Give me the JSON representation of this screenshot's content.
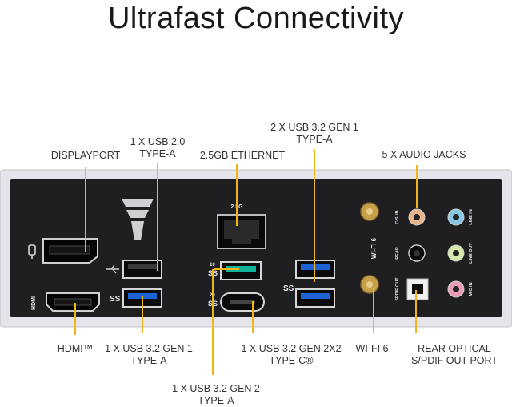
{
  "title": "Ultrafast Connectivity",
  "colors": {
    "accent_line": "#f2b41b",
    "plate": "#1f1f22",
    "frame": "#c9c9cf",
    "usb3_blue": "#1e63d6",
    "usb_teal": "#12b39a"
  },
  "labels": {
    "displayport": "DISPLAYPORT",
    "usb20": [
      "1 X USB 2.0",
      "TYPE-A"
    ],
    "ethernet": "2.5GB ETHERNET",
    "usb32_gen1_x2": [
      "2 X USB 3.2 GEN 1",
      "TYPE-A"
    ],
    "audio": "5 X AUDIO JACKS",
    "hdmi": "HDMI™",
    "usb32_gen1_x1": [
      "1 X USB 3.2 GEN 1",
      "TYPE-A"
    ],
    "usb32_gen2x2": [
      "1 X USB 3.2 GEN 2X2",
      "TYPE-C®"
    ],
    "usb32_gen2": [
      "1 X USB 3.2 GEN 2",
      "TYPE-A"
    ],
    "wifi6": "WI-FI 6",
    "optical": [
      "REAR OPTICAL",
      "S/PDIF OUT PORT"
    ]
  },
  "plate_text": {
    "hdmi": "HDMI",
    "eth_speed": "2.5G",
    "wifi": "WI-FI 6",
    "usb_10": "10",
    "usb_20": "20",
    "c_sub": "C/SUB",
    "rear": "REAR",
    "spdif_out": "SPDIF OUT",
    "line_in": "LINE IN",
    "line_out": "LINE OUT",
    "mic_in": "MIC IN"
  }
}
